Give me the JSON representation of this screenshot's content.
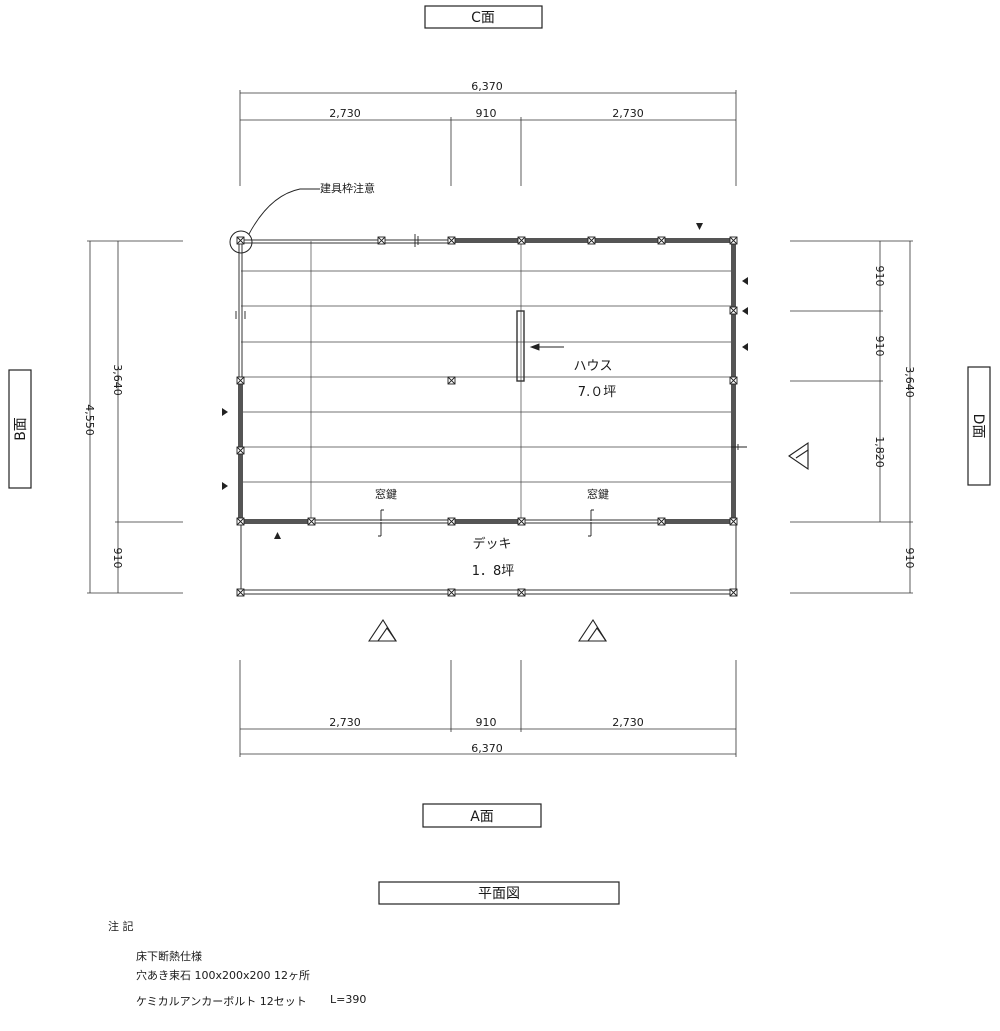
{
  "faces": {
    "top": "C面",
    "bottom": "A面",
    "left": "B面",
    "right": "D面"
  },
  "drawing_title": "平面図",
  "dims": {
    "top_total": "6,370",
    "top_segments": [
      "2,730",
      "910",
      "2,730"
    ],
    "bottom_total": "6,370",
    "bottom_segments": [
      "2,730",
      "910",
      "2,730"
    ],
    "left_total": "4,550",
    "left_house": "3,640",
    "left_deck": "910",
    "right_house": "3,640",
    "right_segments": [
      "910",
      "910",
      "1,820"
    ],
    "right_deck": "910"
  },
  "callout": "建具枠注意",
  "rooms": {
    "house_name": "ハウス",
    "house_area": "7.０坪",
    "deck_name": "デッキ",
    "deck_area": "1．8坪",
    "window_left": "窓鍵",
    "window_right": "窓鍵"
  },
  "notes": {
    "heading": "注 記",
    "line1": "床下断熱仕様",
    "line2": "穴あき束石 100x200x200 12ヶ所",
    "line3a": "ケミカルアンカーボルト 12セット",
    "line3b": "L=390"
  }
}
